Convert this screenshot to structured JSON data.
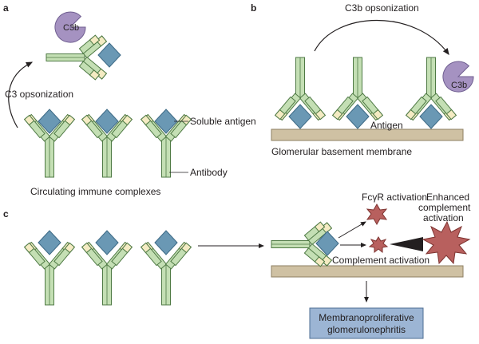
{
  "panels": {
    "a": {
      "letter": "a",
      "c3b_label": "C3b",
      "c3_opsonization": "C3 opsonization",
      "soluble_antigen": "Soluble antigen",
      "antibody": "Antibody",
      "circulating": "Circulating immune complexes"
    },
    "b": {
      "letter": "b",
      "c3b_opsonization": "C3b opsonization",
      "c3b_label": "C3b",
      "antigen": "Antigen",
      "membrane": "Glomerular basement membrane"
    },
    "c": {
      "letter": "c",
      "fcgr_activation": "FcγR activation",
      "enhanced_line1": "Enhanced",
      "enhanced_line2": "complement",
      "enhanced_line3": "activation",
      "complement_activation": "Complement activation",
      "result_line1": "Membranoproliferative",
      "result_line2": "glomerulonephritis"
    }
  },
  "colors": {
    "antibody_fill": "#c4dfb4",
    "antibody_stroke": "#4f7a45",
    "antibody_tip": "#f4ebc3",
    "antigen_fill": "#6a98b4",
    "antigen_stroke": "#3d6a86",
    "c3b_fill": "#a592c1",
    "c3b_stroke": "#6f5e90",
    "membrane_fill": "#cfc1a3",
    "membrane_stroke": "#8e7f62",
    "star_fill": "#b8605e",
    "star_stroke": "#7e3330",
    "result_box_fill": "#9cb5d4",
    "result_box_stroke": "#4c6d93"
  }
}
